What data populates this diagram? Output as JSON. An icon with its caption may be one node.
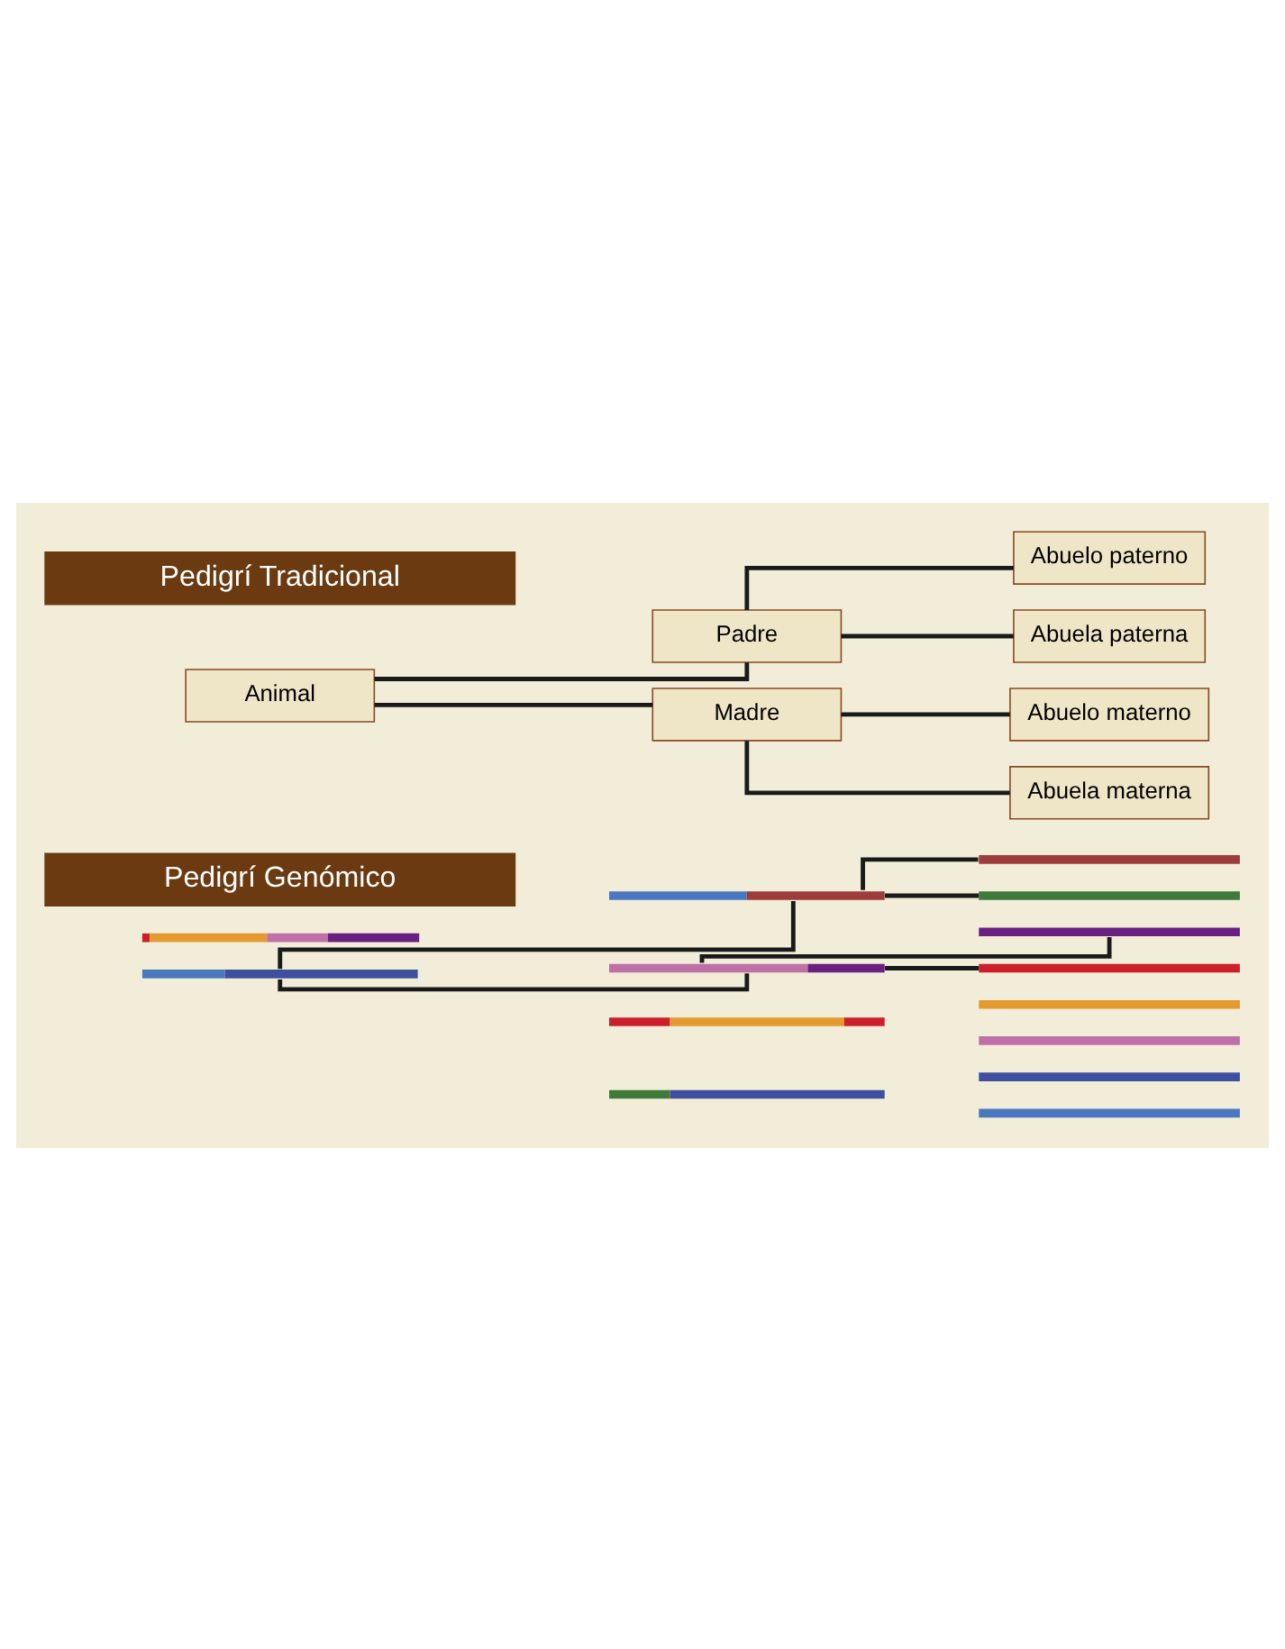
{
  "diagram": {
    "nodes": [
      {
        "text": [
          "Pedigrí Tradicional"
        ]
      },
      {
        "text": [
          "Animal"
        ]
      },
      {
        "text": [
          "Padre"
        ]
      },
      {
        "text": [
          "Abuelo paterno"
        ]
      },
      {
        "text": [
          "Abuela paterna"
        ]
      },
      {
        "text": [
          "Madre"
        ]
      },
      {
        "text": [
          "Abuelo materno"
        ]
      },
      {
        "text": [
          "Abuela materna"
        ]
      },
      {
        "text": [
          "Pedigrí Genómico"
        ]
      },
      {
        "text": [],
        "shape": "bar"
      },
      {
        "text": [],
        "shape": "bar"
      },
      {
        "text": [],
        "shape": "bar"
      },
      {
        "text": [],
        "shape": "bar"
      },
      {
        "text": [],
        "shape": "bar"
      },
      {
        "text": [],
        "shape": "bar"
      },
      {
        "text": [],
        "shape": "bar"
      },
      {
        "text": [],
        "shape": "bar"
      },
      {
        "text": [],
        "shape": "bar"
      },
      {
        "text": [],
        "shape": "bar"
      },
      {
        "text": [],
        "shape": "bar"
      },
      {
        "text": [],
        "shape": "bar"
      },
      {
        "text": [],
        "shape": "bar"
      },
      {
        "text": [],
        "shape": "bar"
      }
    ],
    "edges": [
      {
        "from": 1,
        "to": 2,
        "arrow": "none"
      },
      {
        "from": 1,
        "to": 5,
        "arrow": "none"
      },
      {
        "from": 2,
        "to": 3,
        "arrow": "none"
      },
      {
        "from": 2,
        "to": 4,
        "arrow": "none"
      },
      {
        "from": 5,
        "to": 6,
        "arrow": "none"
      },
      {
        "from": 5,
        "to": 7,
        "arrow": "none"
      },
      {
        "from": 9,
        "to": 11,
        "arrow": "none"
      },
      {
        "from": 9,
        "to": 13,
        "arrow": "none"
      },
      {
        "from": 11,
        "to": 15,
        "arrow": "none"
      },
      {
        "from": 11,
        "to": 17,
        "arrow": "none"
      },
      {
        "from": 13,
        "to": 19,
        "arrow": "none"
      },
      {
        "from": 13,
        "to": 21,
        "arrow": "none"
      }
    ]
  }
}
